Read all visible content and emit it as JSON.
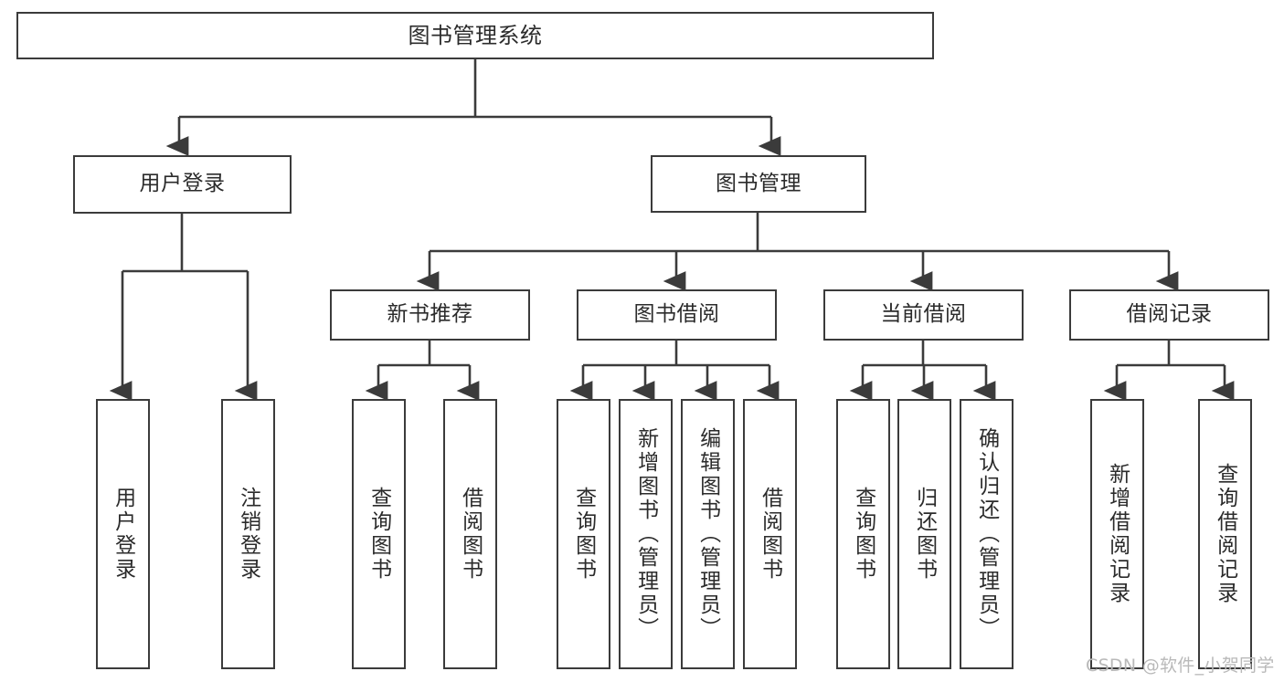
{
  "diagram": {
    "title": "图书管理系统",
    "type": "hierarchy-tree",
    "nodes": {
      "root": {
        "label": "图书管理系统"
      },
      "level1": [
        {
          "id": "user-login",
          "label": "用户登录"
        },
        {
          "id": "book-management",
          "label": "图书管理"
        }
      ],
      "level2": [
        {
          "id": "new-book-recommend",
          "label": "新书推荐"
        },
        {
          "id": "book-borrow",
          "label": "图书借阅"
        },
        {
          "id": "current-borrow",
          "label": "当前借阅"
        },
        {
          "id": "borrow-record",
          "label": "借阅记录"
        }
      ],
      "leaves": {
        "user_login": [
          {
            "id": "leaf-user-login",
            "label": "用户登录"
          },
          {
            "id": "leaf-logout-login",
            "label": "注销登录"
          }
        ],
        "new_book_recommend": [
          {
            "id": "leaf-query-book-1",
            "label": "查询图书"
          },
          {
            "id": "leaf-borrow-book-1",
            "label": "借阅图书"
          }
        ],
        "book_borrow": [
          {
            "id": "leaf-query-book-2",
            "label": "查询图书"
          },
          {
            "id": "leaf-add-book",
            "label": "新增图书（管理员）"
          },
          {
            "id": "leaf-edit-book",
            "label": "编辑图书（管理员）"
          },
          {
            "id": "leaf-borrow-book-2",
            "label": "借阅图书"
          }
        ],
        "current_borrow": [
          {
            "id": "leaf-query-book-3",
            "label": "查询图书"
          },
          {
            "id": "leaf-return-book",
            "label": "归还图书"
          },
          {
            "id": "leaf-confirm-return",
            "label": "确认归还（管理员）"
          }
        ],
        "borrow_record": [
          {
            "id": "leaf-add-record",
            "label": "新增借阅记录"
          },
          {
            "id": "leaf-query-record",
            "label": "查询借阅记录"
          }
        ]
      }
    },
    "colors": {
      "stroke": "#3b3b3b",
      "fill": "#ffffff",
      "text": "#2b2b2b",
      "watermark": "#b9b9b9"
    }
  },
  "watermark": {
    "text": "CSDN @软件_小贺同学"
  }
}
